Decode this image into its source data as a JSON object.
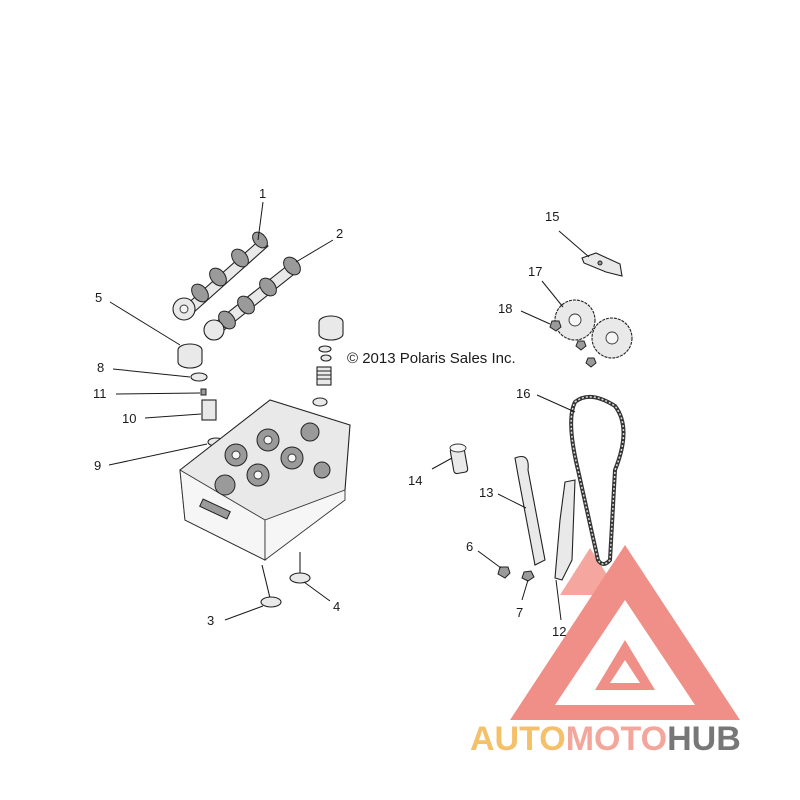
{
  "copyright": "© 2013 Polaris Sales Inc.",
  "callouts": [
    {
      "id": "1",
      "label": "1"
    },
    {
      "id": "2",
      "label": "2"
    },
    {
      "id": "3",
      "label": "3"
    },
    {
      "id": "4",
      "label": "4"
    },
    {
      "id": "5",
      "label": "5"
    },
    {
      "id": "6",
      "label": "6"
    },
    {
      "id": "7",
      "label": "7"
    },
    {
      "id": "8",
      "label": "8"
    },
    {
      "id": "9",
      "label": "9"
    },
    {
      "id": "10",
      "label": "10"
    },
    {
      "id": "11",
      "label": "11"
    },
    {
      "id": "12",
      "label": "12"
    },
    {
      "id": "13",
      "label": "13"
    },
    {
      "id": "14",
      "label": "14"
    },
    {
      "id": "15",
      "label": "15"
    },
    {
      "id": "16",
      "label": "16"
    },
    {
      "id": "17",
      "label": "17"
    },
    {
      "id": "18",
      "label": "18"
    }
  ],
  "watermark": {
    "part1": "AUTO",
    "part2": "MOTO",
    "part3": "HUB",
    "color1": "#f5c06a",
    "color2": "#f3a79c",
    "color3": "#777777",
    "logo_color": "#ec6a5f"
  }
}
